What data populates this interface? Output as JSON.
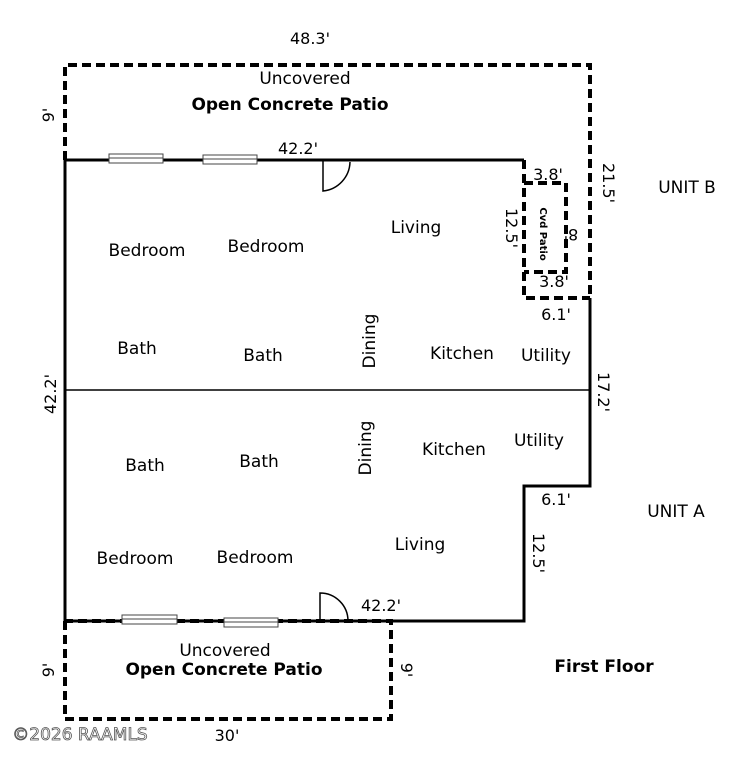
{
  "dimensions": {
    "top_width": "48.3'",
    "top_patio_depth": "9'",
    "upper_wall": "42.2'",
    "right_total": "21.5'",
    "cvd_top": "3.8'",
    "cvd_depth": "12.5'",
    "cvd_side": "8'",
    "cvd_bottom": "3.8'",
    "step_upper": "6.1'",
    "left_total": "42.2'",
    "right_mid": "17.2'",
    "step_lower": "6.1'",
    "lower_right": "12.5'",
    "lower_wall": "42.2'",
    "bottom_patio_depth_left": "9'",
    "bottom_patio_depth_right": "9'",
    "bottom_width": "30'"
  },
  "patio_top": {
    "line1": "Uncovered",
    "line2": "Open Concrete Patio"
  },
  "patio_bottom": {
    "line1": "Uncovered",
    "line2": "Open Concrete Patio"
  },
  "cvd_patio": "Cvd Patio",
  "unit_b": {
    "label": "UNIT B",
    "rooms": {
      "bedroom1": "Bedroom",
      "bedroom2": "Bedroom",
      "living": "Living",
      "bath1": "Bath",
      "bath2": "Bath",
      "dining": "Dining",
      "kitchen": "Kitchen",
      "utility": "Utility"
    }
  },
  "unit_a": {
    "label": "UNIT A",
    "rooms": {
      "bath1": "Bath",
      "bath2": "Bath",
      "dining": "Dining",
      "kitchen": "Kitchen",
      "utility": "Utility",
      "bedroom1": "Bedroom",
      "bedroom2": "Bedroom",
      "living": "Living"
    }
  },
  "floor_label": "First Floor",
  "copyright": "©2026 RAAMLS"
}
